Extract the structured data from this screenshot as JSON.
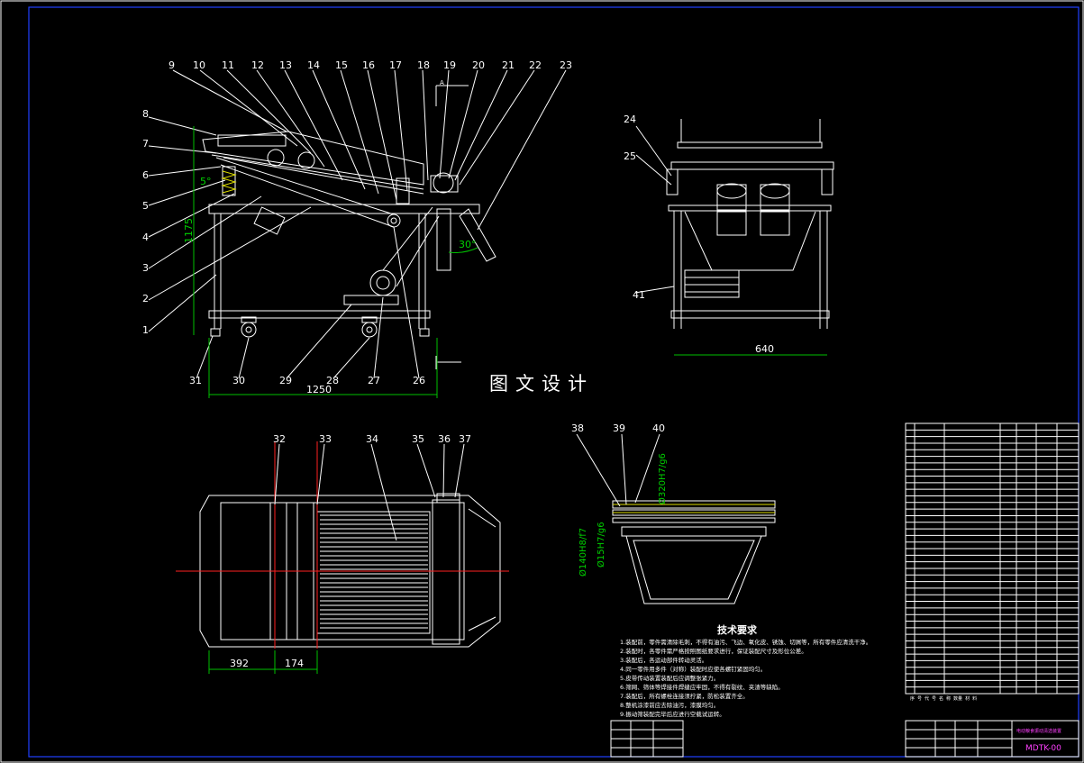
{
  "watermark": "图文设计",
  "front_view": {
    "callouts": [
      "9",
      "10",
      "11",
      "12",
      "13",
      "14",
      "15",
      "16",
      "17",
      "18",
      "19",
      "20",
      "21",
      "22",
      "23",
      "8",
      "7",
      "6",
      "5",
      "4",
      "3",
      "2",
      "1",
      "31",
      "30",
      "29",
      "28",
      "27",
      "26"
    ],
    "dim_width": "1250",
    "dim_height": "1175",
    "angle_top": "5°",
    "angle_side": "30°",
    "section_mark": "A"
  },
  "side_view": {
    "callouts": [
      "24",
      "25",
      "41"
    ],
    "dim_width": "640"
  },
  "top_view": {
    "callouts": [
      "32",
      "33",
      "34",
      "35",
      "36",
      "37"
    ],
    "dim_a": "392",
    "dim_b": "174"
  },
  "detail_view": {
    "callouts": [
      "38",
      "39",
      "40"
    ],
    "fits": [
      "Ø140H8/f7",
      "Ø15H7/g6",
      "Ø320H7/g6"
    ]
  },
  "tech_requirements": {
    "title": "技术要求",
    "items": [
      "1.装配前，零件需清除毛刺，不得有油污、飞边、氧化皮、锈蚀、切屑等，所有零件应清洗干净。",
      "2.装配时，各零件需严格按照图纸要求进行，保证装配尺寸及形位公差。",
      "3.装配后，各运动部件转动灵活。",
      "4.同一零件用多件（对称）装配时应使各螺钉紧固均匀。",
      "5.皮带传动装置装配后应调整张紧力。",
      "6.筛网、筛体等焊接件焊缝应牢固，不得有裂纹、夹渣等缺陷。",
      "7.装配后，所有螺栓连接须拧紧，防松装置齐全。",
      "8.整机涂漆前应去除油污，漆膜均匀。",
      "9.振动筛装配完毕后应进行空载试运转。"
    ]
  },
  "title_block": {
    "drawing_code": "MDTK-00",
    "title_text": "电动粮食振动清选装置"
  },
  "parts_table": {
    "rows": 41,
    "footer": "序 号  代 号  名 称  数量  材 料"
  }
}
